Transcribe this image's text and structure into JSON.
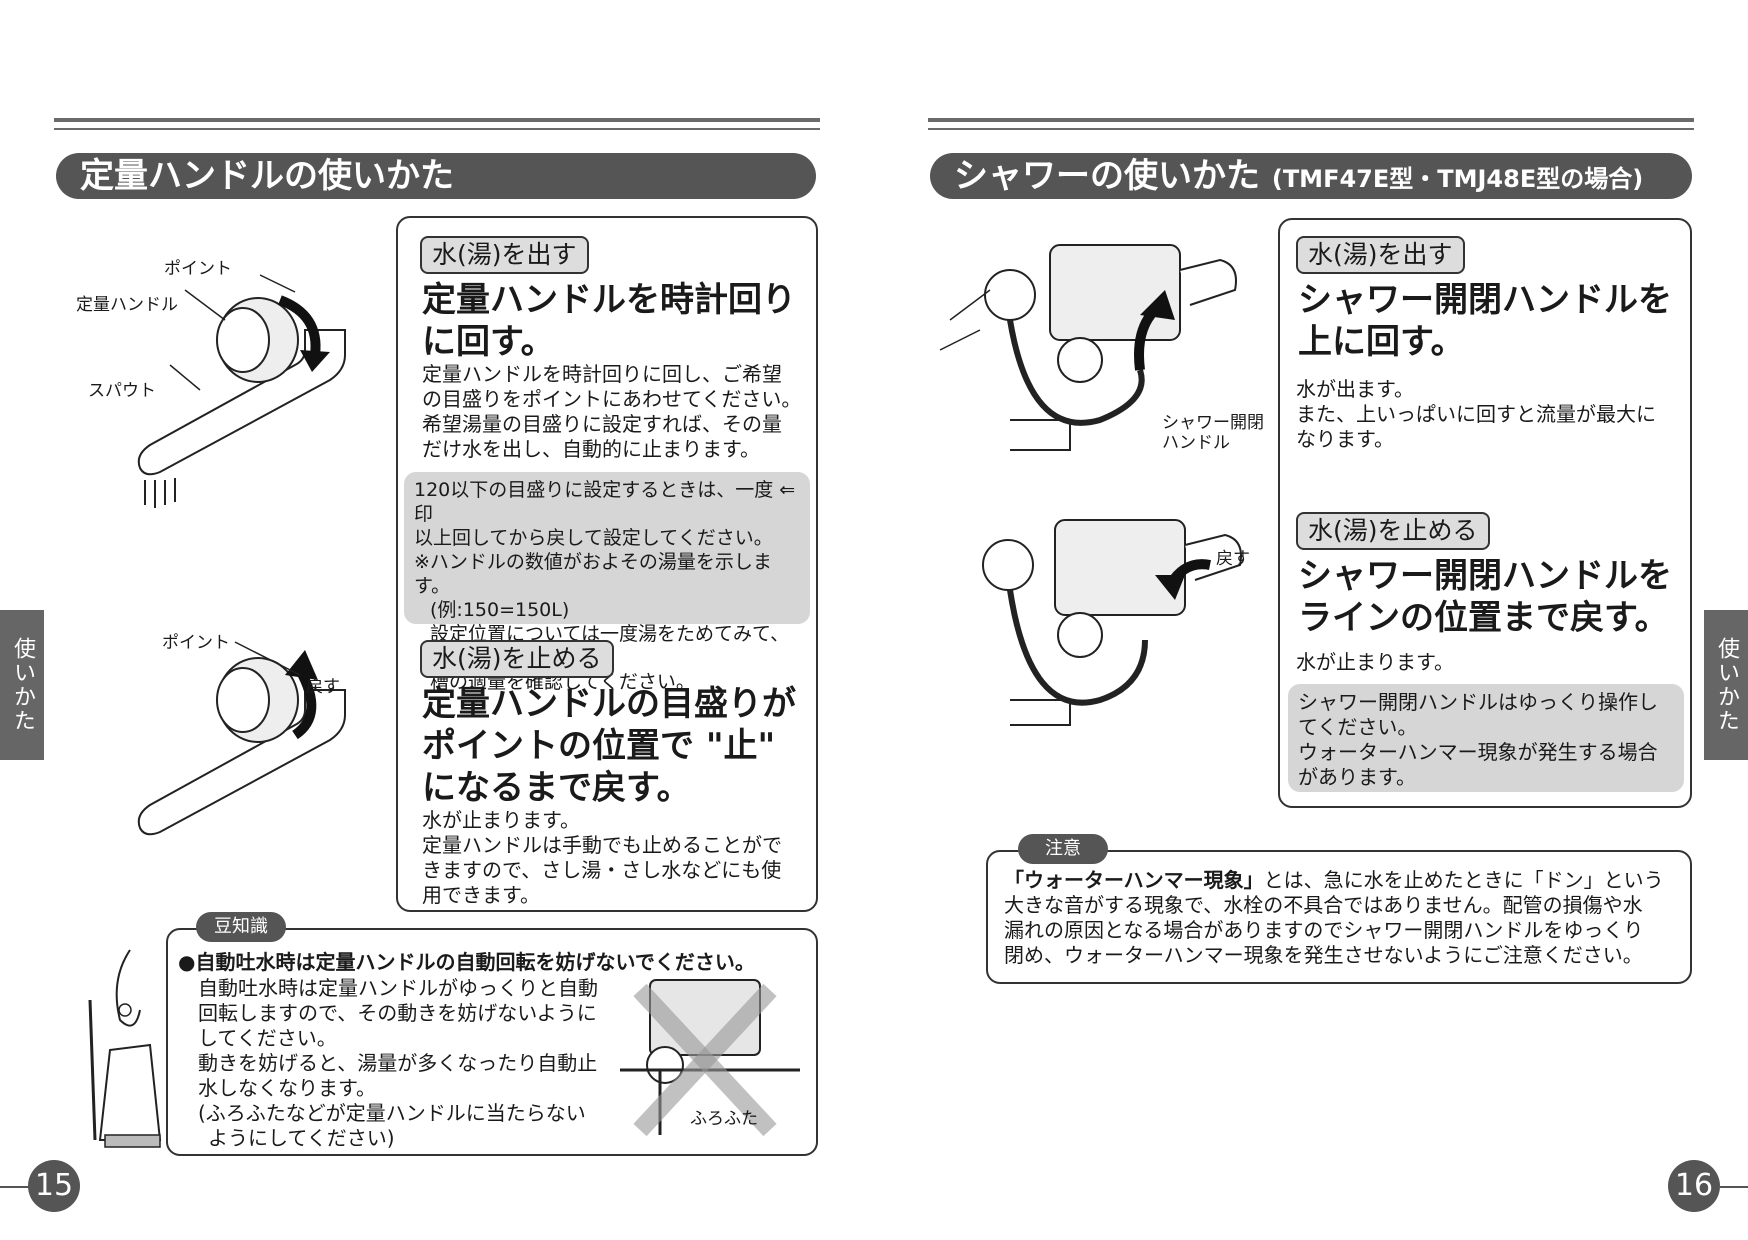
{
  "left": {
    "title": "定量ハンドルの使いかた",
    "diagram_labels": {
      "point1": "ポイント",
      "handle": "定量ハンドル",
      "spout": "スパウト",
      "point2": "ポイント",
      "return": "戻す"
    },
    "open": {
      "tag": "水(湯)を出す",
      "heading_line1": "定量ハンドルを時計回り",
      "heading_line2": "に回す。",
      "body": [
        "定量ハンドルを時計回りに回し、ご希望",
        "の目盛りをポイントにあわせてください。",
        "希望湯量の目盛りに設定すれば、その量",
        "だけ水を出し、自動的に止まります。"
      ],
      "note": [
        "120以下の目盛りに設定するときは、一度 ⇐印",
        "以上回してから戻して設定してください。",
        "※ハンドルの数値がおよその湯量を示します。",
        "(例:150=150L)",
        "設定位置については一度湯をためてみて、浴",
        "槽の適量を確認してください。"
      ]
    },
    "close": {
      "tag": "水(湯)を止める",
      "heading_line1": "定量ハンドルの目盛りが",
      "heading_line2": "ポイントの位置で \"止\"",
      "heading_line3": "になるまで戻す。",
      "body": [
        "水が止まります。",
        "定量ハンドルは手動でも止めることがで",
        "きますので、さし湯・さし水などにも使",
        "用できます。"
      ]
    },
    "tips": {
      "pill": "豆知識",
      "headline": "●自動吐水時は定量ハンドルの自動回転を妨げないでください。",
      "body": [
        "自動吐水時は定量ハンドルがゆっくりと自動",
        "回転しますので、その動きを妨げないように",
        "してください。",
        "動きを妨げると、湯量が多くなったり自動止",
        "水しなくなります。",
        "(ふろふたなどが定量ハンドルに当たらない",
        "ようにしてください)"
      ],
      "cover_label": "ふろふた"
    },
    "side_tab": "使いかた",
    "page_number": "15"
  },
  "right": {
    "title": "シャワーの使いかた",
    "title_sub": "(TMF47E型・TMJ48E型の場合)",
    "diagram_labels": {
      "shower_handle_line1": "シャワー開閉",
      "shower_handle_line2": "ハンドル",
      "return": "戻す"
    },
    "open": {
      "tag": "水(湯)を出す",
      "heading_line1": "シャワー開閉ハンドルを",
      "heading_line2": "上に回す。",
      "body": [
        "水が出ます。",
        "また、上いっぱいに回すと流量が最大に",
        "なります。"
      ]
    },
    "close": {
      "tag": "水(湯)を止める",
      "heading_line1": "シャワー開閉ハンドルを",
      "heading_line2": "ラインの位置まで戻す。",
      "body": [
        "水が止まります。"
      ],
      "note": [
        "シャワー開閉ハンドルはゆっくり操作し",
        "てください。",
        "ウォーターハンマー現象が発生する場合",
        "があります。"
      ]
    },
    "caution": {
      "pill": "注意",
      "bold": "「ウォーターハンマー現象」",
      "line1_rest": "とは、急に水を止めたときに「ドン」という",
      "lines": [
        "大きな音がする現象で、水栓の不具合ではありません。配管の損傷や水",
        "漏れの原因となる場合がありますのでシャワー開閉ハンドルをゆっくり",
        "閉め、ウォーターハンマー現象を発生させないようにご注意ください。"
      ]
    },
    "side_tab": "使いかた",
    "page_number": "16"
  }
}
